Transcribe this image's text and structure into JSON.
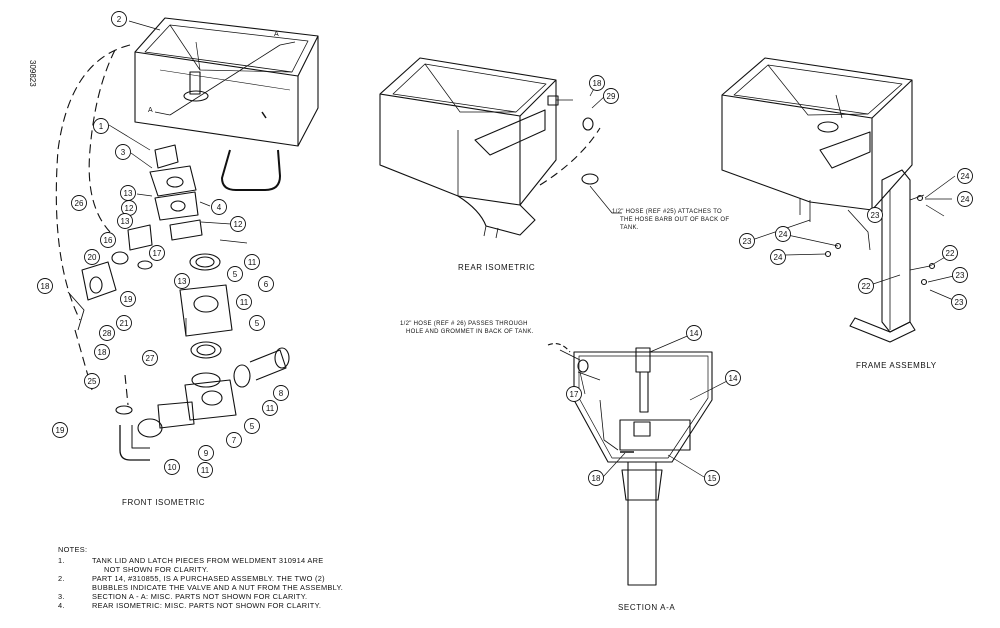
{
  "drawing_id": "309823",
  "section_marker": "A",
  "views": {
    "front": "FRONT ISOMETRIC",
    "rear": "REAR ISOMETRIC",
    "frame": "FRAME ASSEMBLY",
    "section": "SECTION A-A"
  },
  "callouts": {
    "rear_hose_1": "1/2\" HOSE (REF #25) ATTACHES TO",
    "rear_hose_2": "THE HOSE BARB OUT OF BACK OF",
    "rear_hose_3": "TANK.",
    "section_hose_1": "1/2\" HOSE (REF # 26) PASSES THROUGH",
    "section_hose_2": "HOLE AND GROMMET IN BACK OF TANK."
  },
  "notes": {
    "heading": "NOTES:",
    "items": [
      {
        "num": "1.",
        "line1": "TANK LID AND LATCH PIECES FROM WELDMENT 310914 ARE",
        "line2": "NOT SHOWN FOR CLARITY."
      },
      {
        "num": "2.",
        "line1": "PART 14, #310855, IS A PURCHASED ASSEMBLY.  THE TWO (2)",
        "line2": "BUBBLES INDICATE THE VALVE AND A NUT FROM THE ASSEMBLY."
      },
      {
        "num": "3.",
        "line1": "SECTION A - A:  MISC. PARTS NOT SHOWN FOR CLARITY.",
        "line2": ""
      },
      {
        "num": "4.",
        "line1": "REAR ISOMETRIC:  MISC. PARTS NOT SHOWN FOR CLARITY.",
        "line2": ""
      }
    ]
  },
  "bubbles": {
    "front": [
      "2",
      "1",
      "3",
      "4",
      "13",
      "12",
      "13",
      "12",
      "16",
      "17",
      "26",
      "20",
      "18",
      "13",
      "11",
      "5",
      "21",
      "19",
      "28",
      "18",
      "6",
      "11",
      "5",
      "25",
      "27",
      "8",
      "11",
      "19",
      "7",
      "5",
      "9",
      "10",
      "11"
    ],
    "rear": [
      "18",
      "29"
    ],
    "frame": [
      "24",
      "24",
      "23",
      "23",
      "24",
      "24",
      "22",
      "23",
      "22",
      "23"
    ],
    "section": [
      "14",
      "17",
      "14",
      "18",
      "15"
    ]
  }
}
